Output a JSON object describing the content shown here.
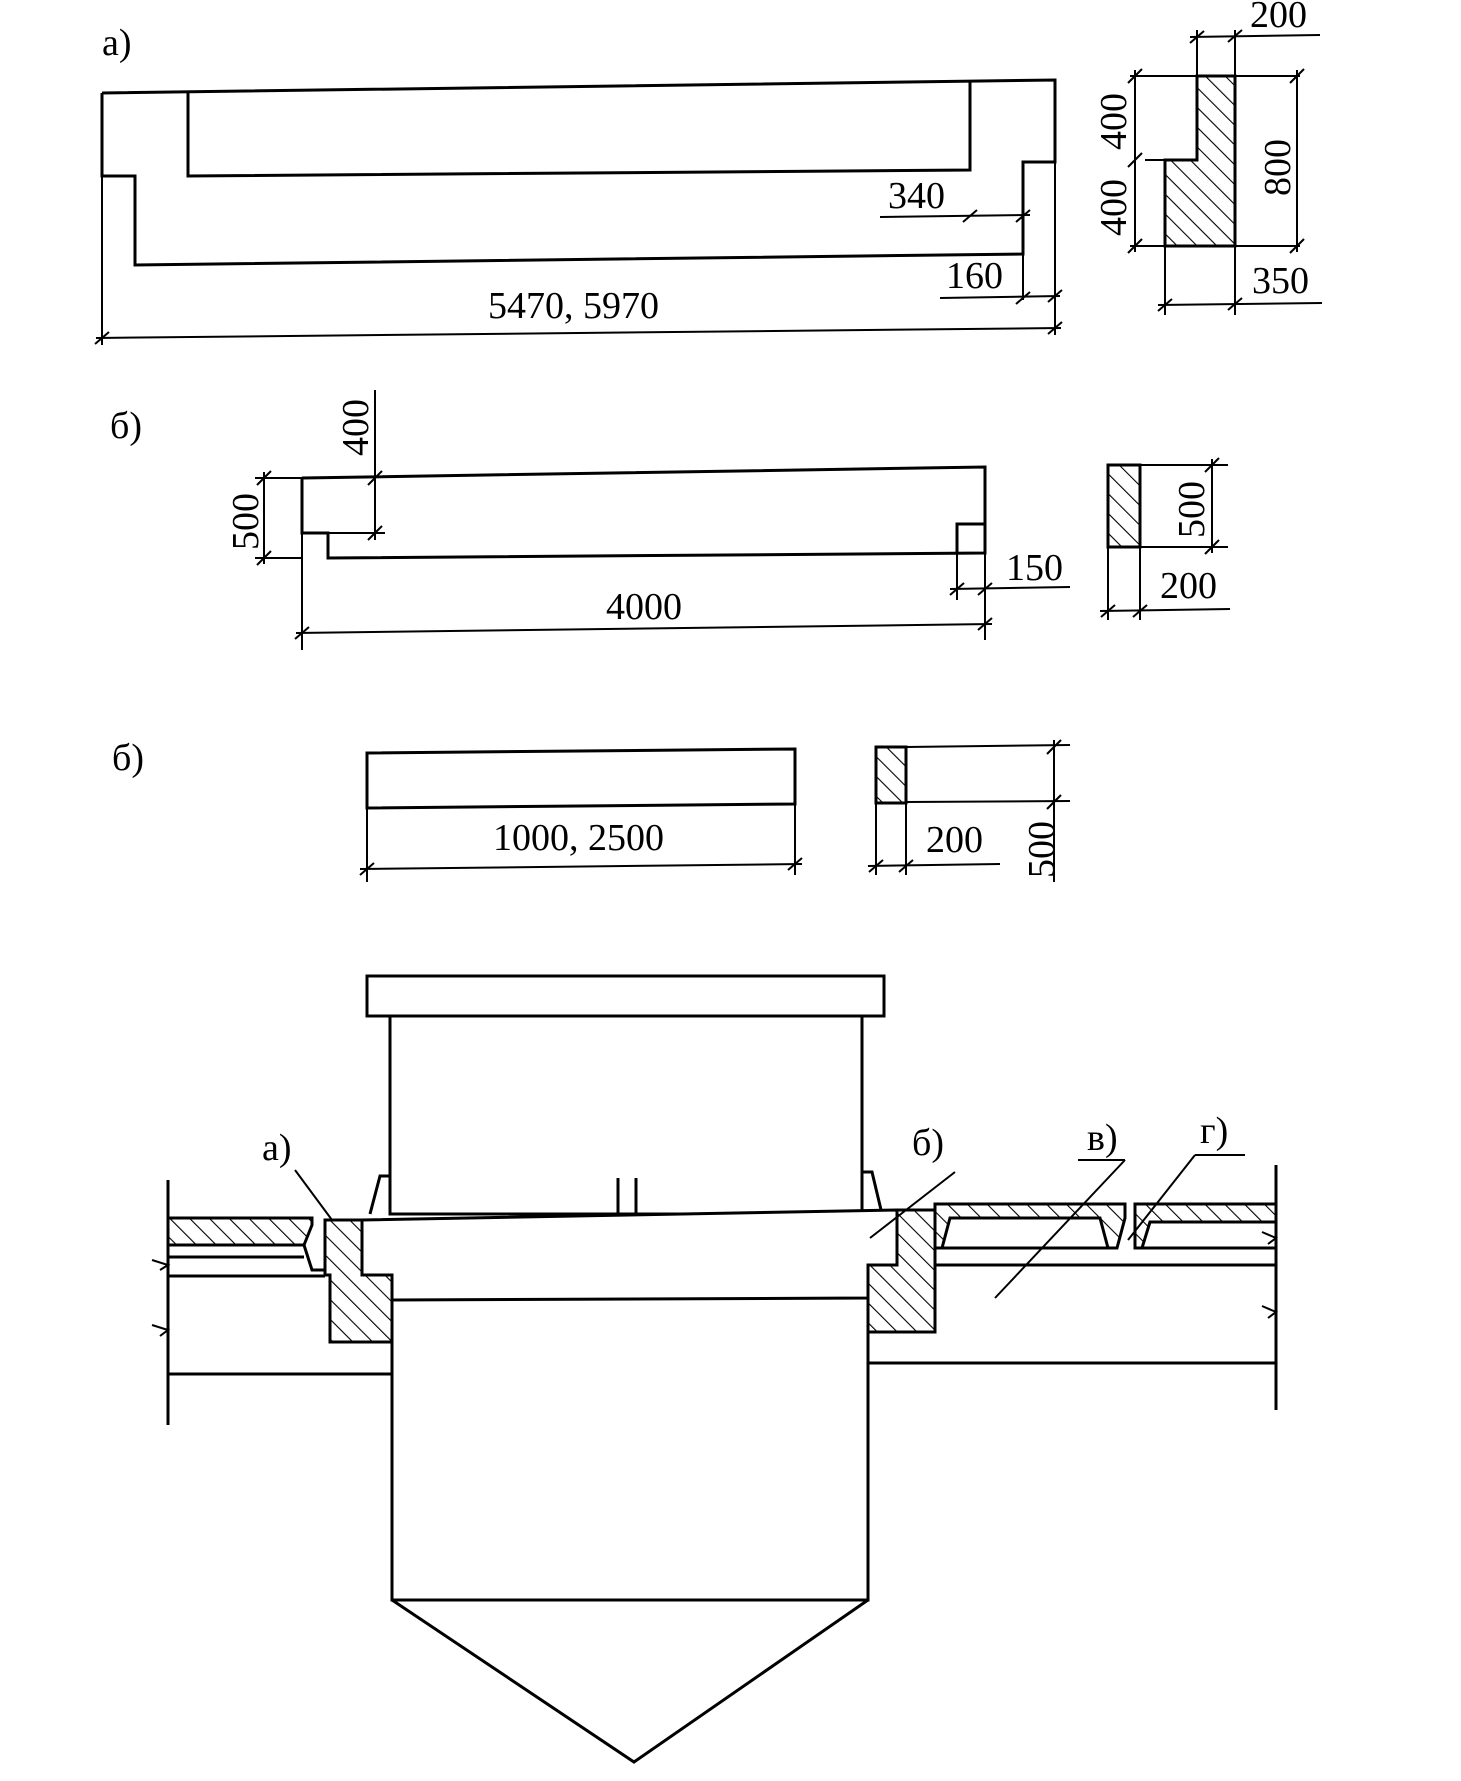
{
  "figure_a": {
    "label": "а)",
    "dims": {
      "overall_length": "5470, 5970",
      "tongue": "340",
      "end": "160",
      "top_width": "200",
      "upper_height": "400",
      "lower_height": "400",
      "total_height": "800",
      "base_width": "350"
    }
  },
  "figure_b": {
    "label": "б)",
    "dims": {
      "length": "4000",
      "height": "500",
      "top_step": "400",
      "end_step": "150",
      "sec_height": "500",
      "sec_width": "200"
    }
  },
  "figure_c": {
    "label": "б)",
    "dims": {
      "length": "1000, 2500",
      "sec_width": "200",
      "sec_height": "500"
    }
  },
  "assembly": {
    "callouts": [
      "а)",
      "б)",
      "в)",
      "г)"
    ]
  }
}
